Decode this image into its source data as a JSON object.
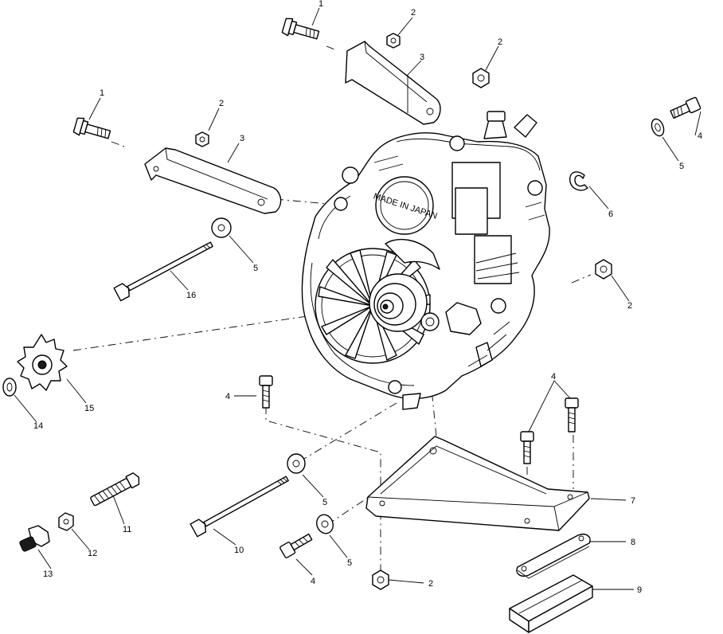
{
  "callouts": {
    "c1a": "1",
    "c2a": "2",
    "c2b": "2",
    "c3a": "3",
    "c1b": "1",
    "c2c": "2",
    "c3b": "3",
    "c4a": "4",
    "c5a": "5",
    "c6": "6",
    "c5b": "5",
    "c16": "16",
    "c2d": "2",
    "c15": "15",
    "c14": "14",
    "c4b": "4",
    "c4c": "4",
    "c7": "7",
    "c5c": "5",
    "c11": "11",
    "c5d": "5",
    "c8": "8",
    "c10": "10",
    "c12": "12",
    "c13": "13",
    "c4d": "4",
    "c2e": "2",
    "c9": "9"
  },
  "housing_marking": "MADE IN JAPAN"
}
